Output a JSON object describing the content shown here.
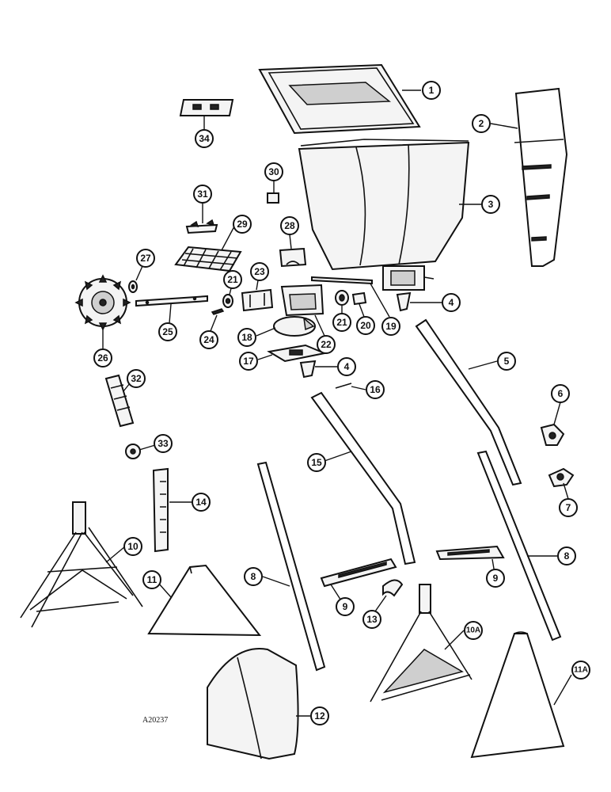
{
  "drawing_code": "A20237",
  "callouts": {
    "c1": "1",
    "c2": "2",
    "c3": "3",
    "c4a": "4",
    "c4b": "4",
    "c5": "5",
    "c6": "6",
    "c7": "7",
    "c8a": "8",
    "c8b": "8",
    "c9a": "9",
    "c9b": "9",
    "c10": "10",
    "c10a": "10A",
    "c11": "11",
    "c11a": "11A",
    "c12": "12",
    "c13": "13",
    "c14": "14",
    "c15": "15",
    "c16": "16",
    "c17": "17",
    "c18": "18",
    "c19": "19",
    "c20": "20",
    "c21a": "21",
    "c21b": "21",
    "c22": "22",
    "c23": "23",
    "c24": "24",
    "c25": "25",
    "c26": "26",
    "c27": "27",
    "c28": "28",
    "c29": "29",
    "c30": "30",
    "c31": "31",
    "c32": "32",
    "c33": "33",
    "c34": "34"
  }
}
